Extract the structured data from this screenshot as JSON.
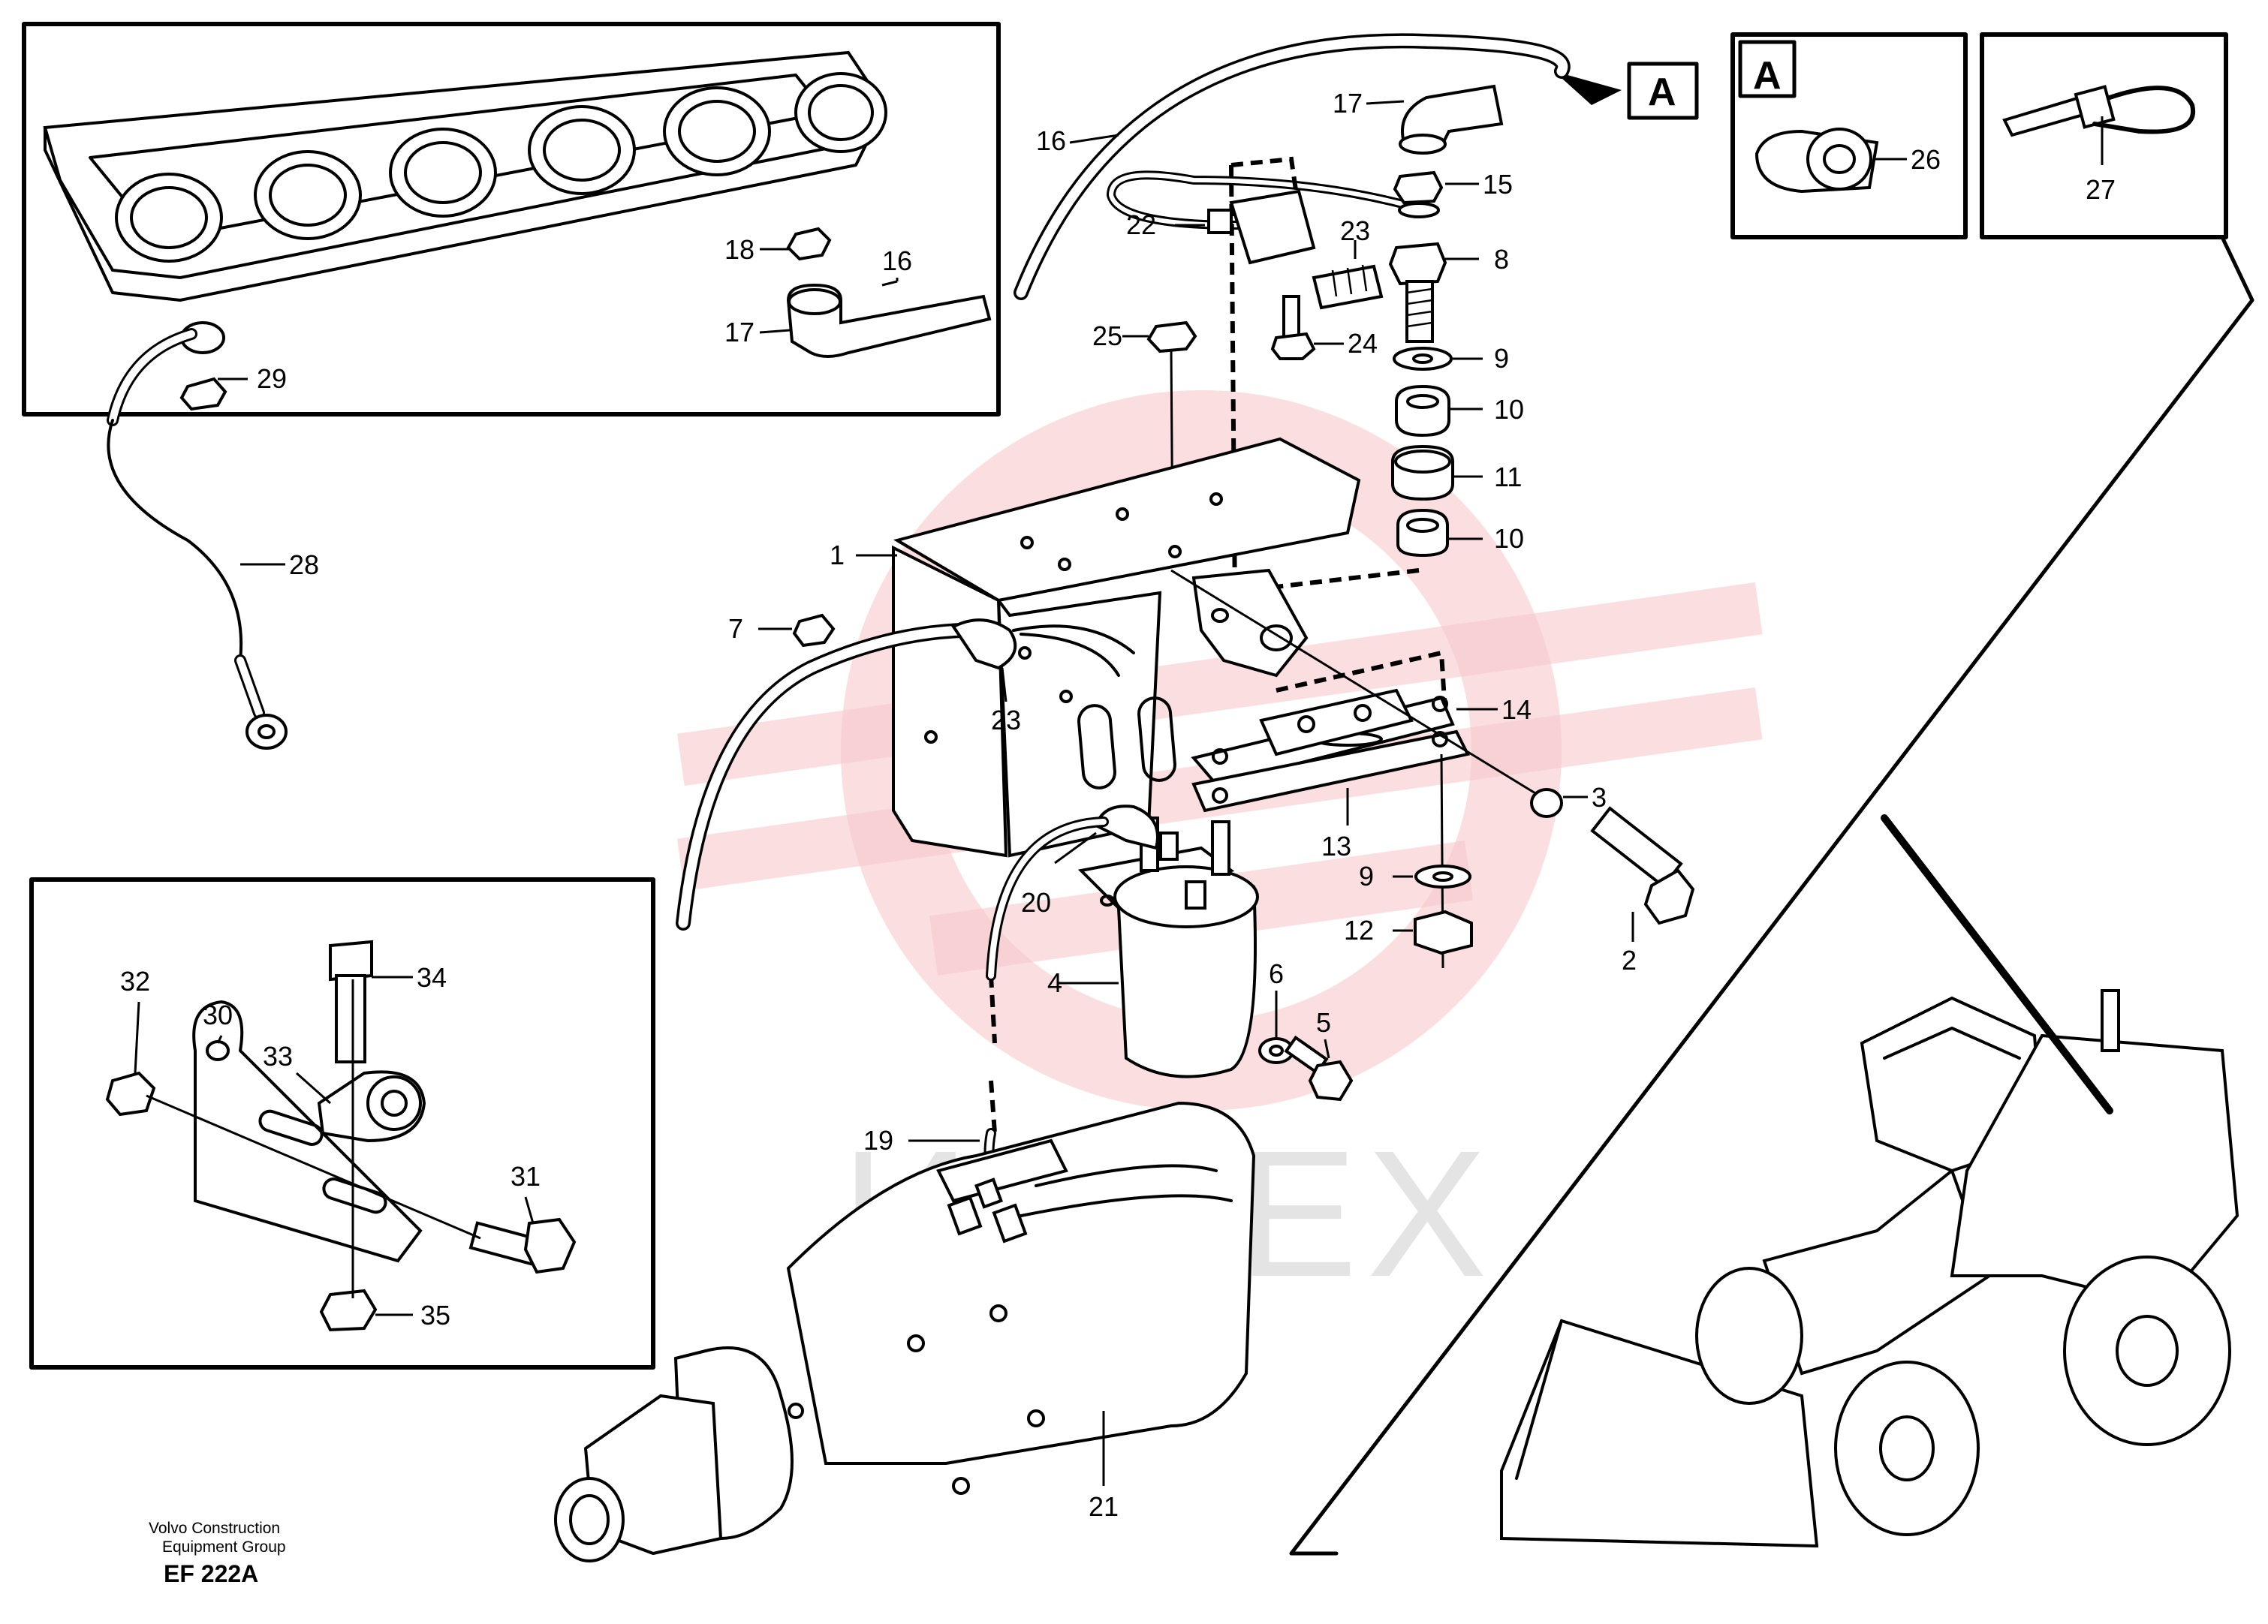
{
  "footer": {
    "line1": "Volvo Construction",
    "line2": "Equipment Group",
    "code": "EF 222A"
  },
  "watermark": {
    "text": "ИНТЕХ",
    "color": "#f6c8cc"
  },
  "detail_tag": "A",
  "callouts": {
    "n1": "1",
    "n2": "2",
    "n3": "3",
    "n4": "4",
    "n5": "5",
    "n6": "6",
    "n7": "7",
    "n8": "8",
    "n9a": "9",
    "n9b": "9",
    "n10a": "10",
    "n10b": "10",
    "n11": "11",
    "n12": "12",
    "n13": "13",
    "n14": "14",
    "n15": "15",
    "n16a": "16",
    "n16b": "16",
    "n17a": "17",
    "n17b": "17",
    "n18": "18",
    "n19": "19",
    "n20": "20",
    "n21": "21",
    "n22": "22",
    "n23a": "23",
    "n23b": "23",
    "n24": "24",
    "n25": "25",
    "n26": "26",
    "n27": "27",
    "n28": "28",
    "n29": "29",
    "n30": "30",
    "n31": "31",
    "n32": "32",
    "n33": "33",
    "n34": "34",
    "n35": "35"
  }
}
